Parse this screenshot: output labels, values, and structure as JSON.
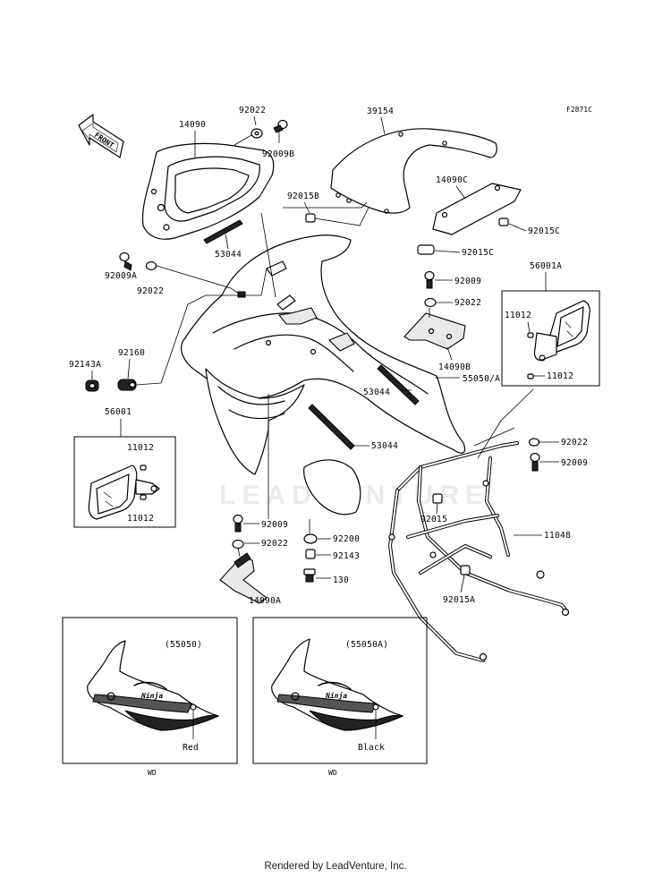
{
  "diagram_code": "F2871C",
  "front_arrow_label": "FRONT",
  "watermark": "LEADVENTURE",
  "footer": "Rendered by LeadVenture, Inc.",
  "parts": {
    "p14090": "14090",
    "p92022_top": "92022",
    "p92009B": "92009B",
    "p39154": "39154",
    "p14090C": "14090C",
    "p92015B": "92015B",
    "p92015C_a": "92015C",
    "p92015C_b": "92015C",
    "p53044_top": "53044",
    "p92009A": "92009A",
    "p92022_left": "92022",
    "p92009_r": "92009",
    "p92022_r": "92022",
    "p56001A": "56001A",
    "p11012_a": "11012",
    "p11012_b": "11012",
    "p14090B": "14090B",
    "p92143A": "92143A",
    "p92160": "92160",
    "p53044_mid": "53044",
    "p55050A": "55050/A",
    "p56001": "56001",
    "p11012_c": "11012",
    "p11012_d": "11012",
    "p53044_low": "53044",
    "p92022_frame": "92022",
    "p92009_frame": "92009",
    "p92015": "92015",
    "p11048": "11048",
    "p92009_low": "92009",
    "p92022_low": "92022",
    "p92200": "92200",
    "p92143": "92143",
    "p130": "130",
    "p14090A": "14090A",
    "p92015A": "92015A"
  },
  "variants": [
    {
      "code": "(55050)",
      "color": "Red",
      "region": "WD"
    },
    {
      "code": "(55050A)",
      "color": "Black",
      "region": "WD"
    }
  ]
}
